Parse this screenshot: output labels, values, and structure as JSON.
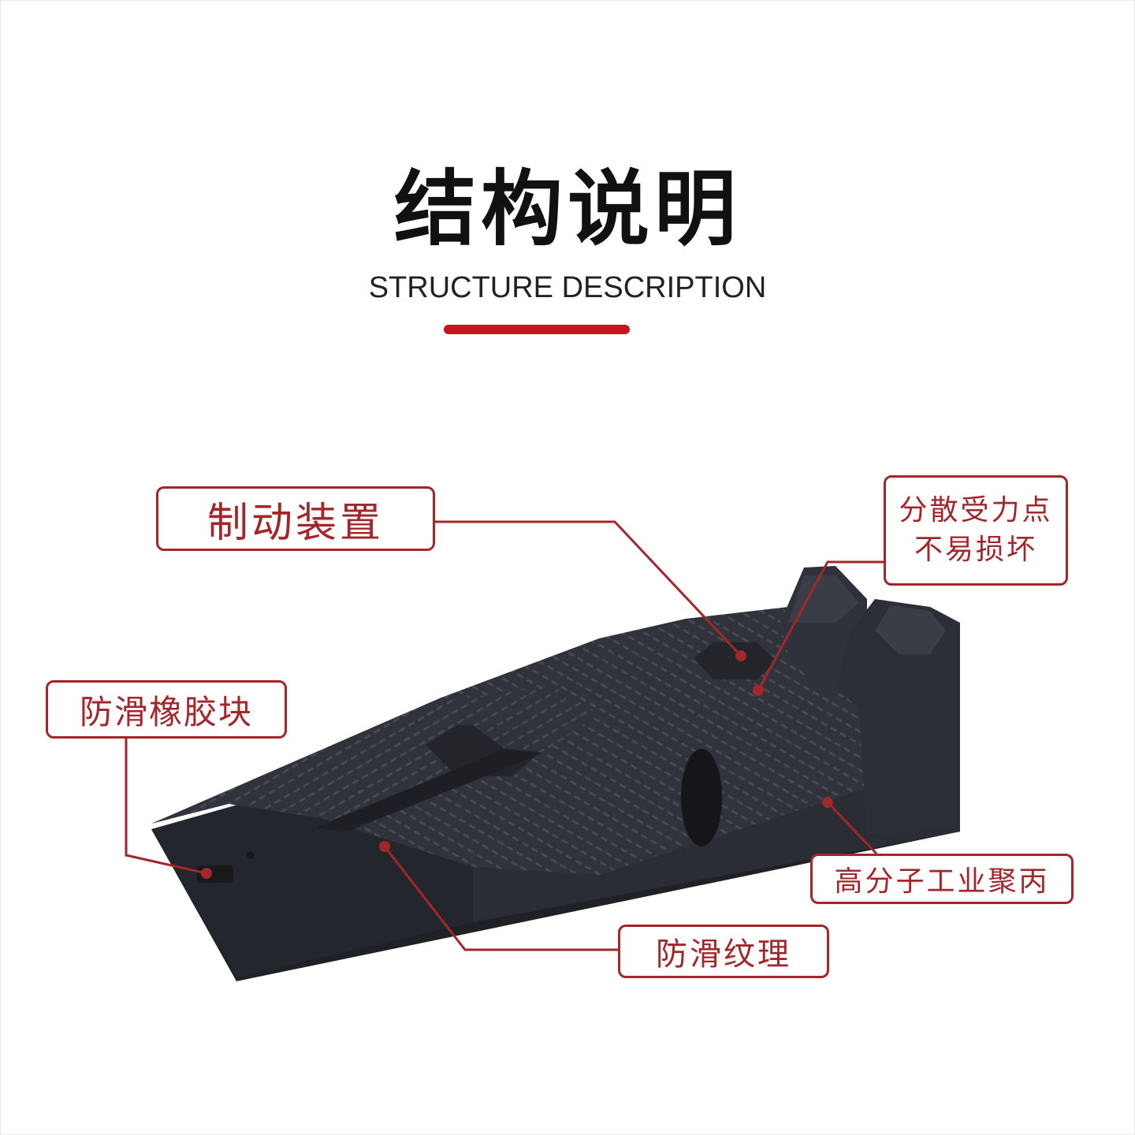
{
  "header": {
    "title": "结构说明",
    "subtitle": "STRUCTURE DESCRIPTION"
  },
  "callouts": {
    "brake_device": "制动装置",
    "stress_line1": "分散受力点",
    "stress_line2": "不易损坏",
    "rubber_block": "防滑橡胶块",
    "material": "高分子工业聚丙",
    "texture": "防滑纹理"
  },
  "colors": {
    "accent": "#c8161d",
    "callout_border": "#a3262b",
    "product_body": "#2b2e36"
  }
}
